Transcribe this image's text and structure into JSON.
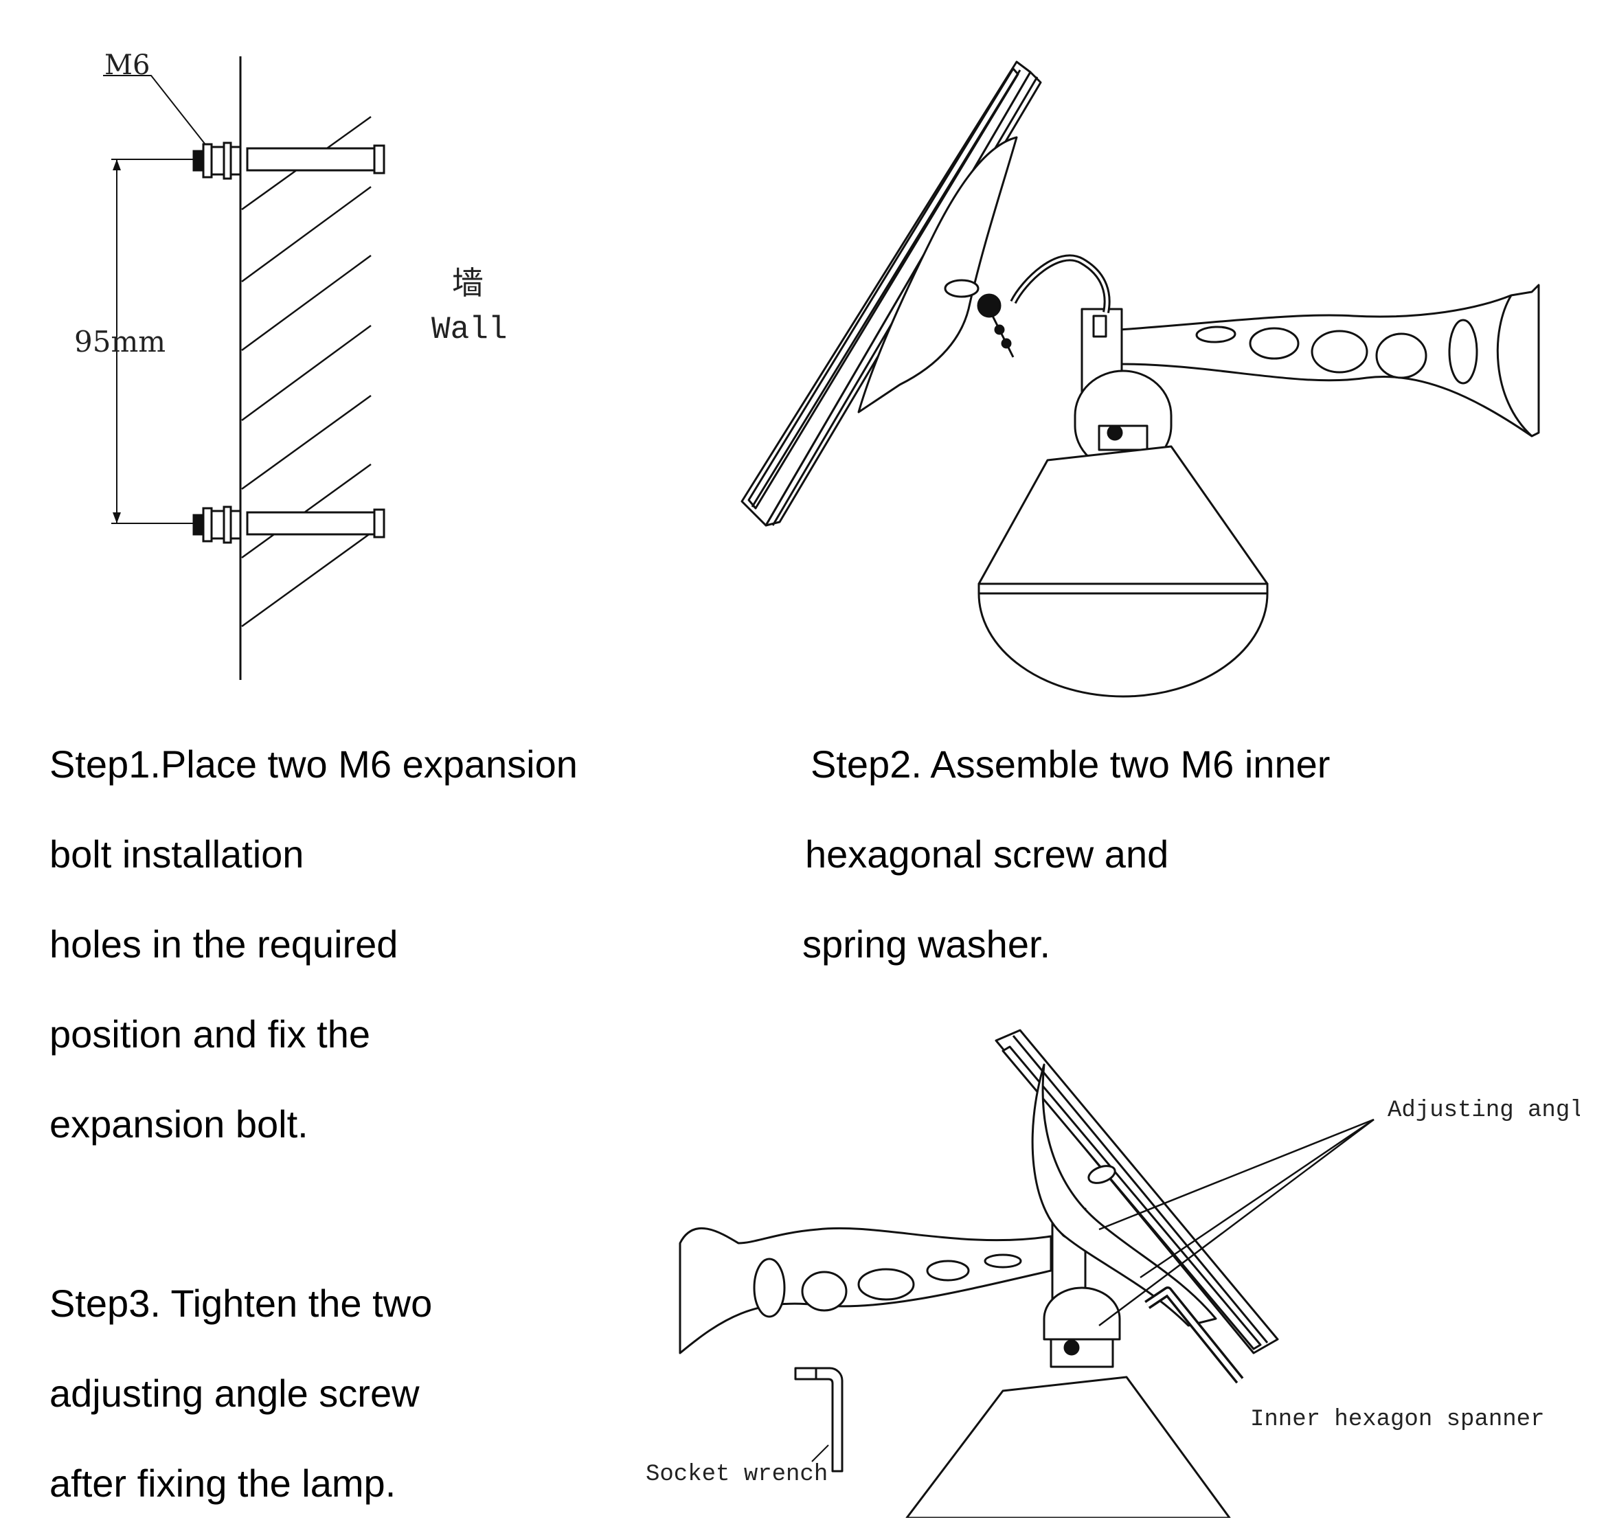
{
  "figure1": {
    "bolt_label": "M6",
    "dimension_label": "95mm",
    "wall_label_cn": "墙",
    "wall_label_en": "Wall"
  },
  "figure3": {
    "adjusting_angle_label": "Adjusting angle",
    "spanner_label": "Inner hexagon spanner",
    "socket_label": "Socket wrench"
  },
  "steps": {
    "step1": [
      "Step1.Place two M6 expansion",
      "bolt installation",
      "holes in the required",
      "position and fix the",
      "expansion bolt."
    ],
    "step2": [
      "Step2. Assemble two M6 inner",
      "hexagonal screw and",
      "spring washer."
    ],
    "step3": [
      "Step3. Tighten the two",
      "adjusting angle screw",
      "after fixing the lamp."
    ]
  }
}
